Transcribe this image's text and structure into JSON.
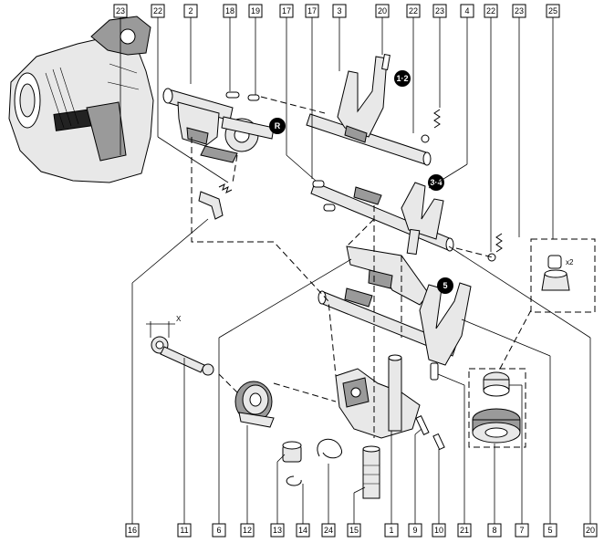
{
  "diagram": {
    "top_labels": [
      "23",
      "22",
      "2",
      "18",
      "19",
      "17",
      "17",
      "3",
      "20",
      "22",
      "23",
      "4",
      "22",
      "23",
      "25"
    ],
    "bottom_labels": [
      "16",
      "11",
      "6",
      "12",
      "13",
      "14",
      "24",
      "15",
      "1",
      "9",
      "10",
      "21",
      "8",
      "7",
      "5",
      "20"
    ],
    "gear_badges": [
      "R",
      "1·2",
      "3·4",
      "5"
    ],
    "annotations": {
      "dimension_mark": "X",
      "quantity_mark": "x2"
    }
  }
}
